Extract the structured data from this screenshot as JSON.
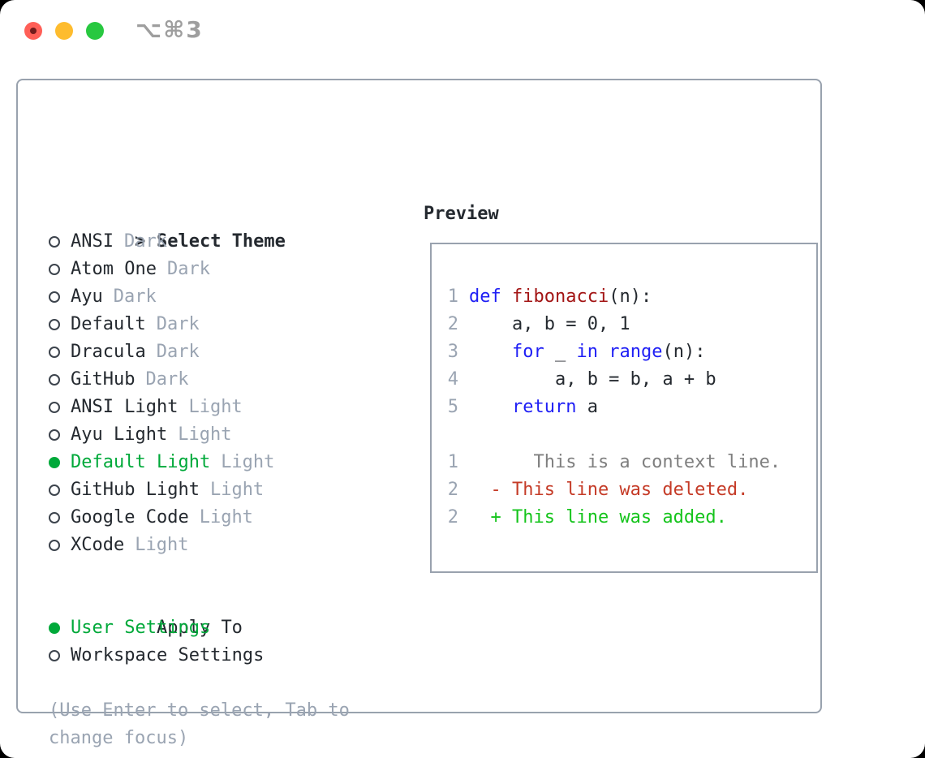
{
  "titlebar": {
    "shortcut": "⌥⌘3"
  },
  "theme_panel": {
    "title_prompt": ">",
    "title": "Select Theme",
    "themes": [
      {
        "name": "ANSI",
        "variant": "Dark",
        "selected": false
      },
      {
        "name": "Atom One",
        "variant": "Dark",
        "selected": false
      },
      {
        "name": "Ayu",
        "variant": "Dark",
        "selected": false
      },
      {
        "name": "Default",
        "variant": "Dark",
        "selected": false
      },
      {
        "name": "Dracula",
        "variant": "Dark",
        "selected": false
      },
      {
        "name": "GitHub",
        "variant": "Dark",
        "selected": false
      },
      {
        "name": "ANSI Light",
        "variant": "Light",
        "selected": false
      },
      {
        "name": "Ayu Light",
        "variant": "Light",
        "selected": false
      },
      {
        "name": "Default Light",
        "variant": "Light",
        "selected": true
      },
      {
        "name": "GitHub Light",
        "variant": "Light",
        "selected": false
      },
      {
        "name": "Google Code",
        "variant": "Light",
        "selected": false
      },
      {
        "name": "XCode",
        "variant": "Light",
        "selected": false
      }
    ],
    "apply_to": {
      "title": "Apply To",
      "options": [
        {
          "label": "User Settings",
          "selected": true
        },
        {
          "label": "Workspace Settings",
          "selected": false
        }
      ]
    },
    "hint_line1": "(Use Enter to select, Tab to",
    "hint_line2": "change focus)"
  },
  "preview": {
    "title": "Preview",
    "lines": [
      {
        "num": "1",
        "tokens": [
          {
            "t": "def",
            "c": "kw"
          },
          {
            "t": " ",
            "c": "p"
          },
          {
            "t": "fibonacci",
            "c": "fn"
          },
          {
            "t": "(n):",
            "c": "p"
          }
        ]
      },
      {
        "num": "2",
        "tokens": [
          {
            "t": "    a, b = 0, 1",
            "c": "p"
          }
        ]
      },
      {
        "num": "3",
        "tokens": [
          {
            "t": "    ",
            "c": "p"
          },
          {
            "t": "for",
            "c": "kw"
          },
          {
            "t": " _ ",
            "c": "p"
          },
          {
            "t": "in",
            "c": "kw"
          },
          {
            "t": " ",
            "c": "p"
          },
          {
            "t": "range",
            "c": "kw"
          },
          {
            "t": "(n):",
            "c": "p"
          }
        ]
      },
      {
        "num": "4",
        "tokens": [
          {
            "t": "        a, b = b, a + b",
            "c": "p"
          }
        ]
      },
      {
        "num": "5",
        "tokens": [
          {
            "t": "    ",
            "c": "p"
          },
          {
            "t": "return",
            "c": "kw"
          },
          {
            "t": " a",
            "c": "p"
          }
        ]
      },
      {
        "num": "",
        "tokens": []
      },
      {
        "num": "1",
        "tokens": [
          {
            "t": "      This is a context line.",
            "c": "ctx"
          }
        ]
      },
      {
        "num": "2",
        "tokens": [
          {
            "t": "  - This line was deleted.",
            "c": "del"
          }
        ]
      },
      {
        "num": "2",
        "tokens": [
          {
            "t": "  + This line was added.",
            "c": "add"
          }
        ]
      }
    ]
  },
  "colors": {
    "background": "#ffffff",
    "page_behind": "#000000",
    "border": "#99a2ae",
    "fg": "#24292f",
    "muted": "#9aa4b2",
    "green": "#00a93a",
    "kw": "#1f1ff5",
    "fn": "#a31515",
    "ctx": "#7f7f7f",
    "del": "#c53b27",
    "add": "#15c41c",
    "traffic_red": "#ff5f57",
    "traffic_red_dot": "#731c1c",
    "traffic_yellow": "#febc2e",
    "traffic_green": "#28c840",
    "shortcut_gray": "#9e9e9e"
  }
}
